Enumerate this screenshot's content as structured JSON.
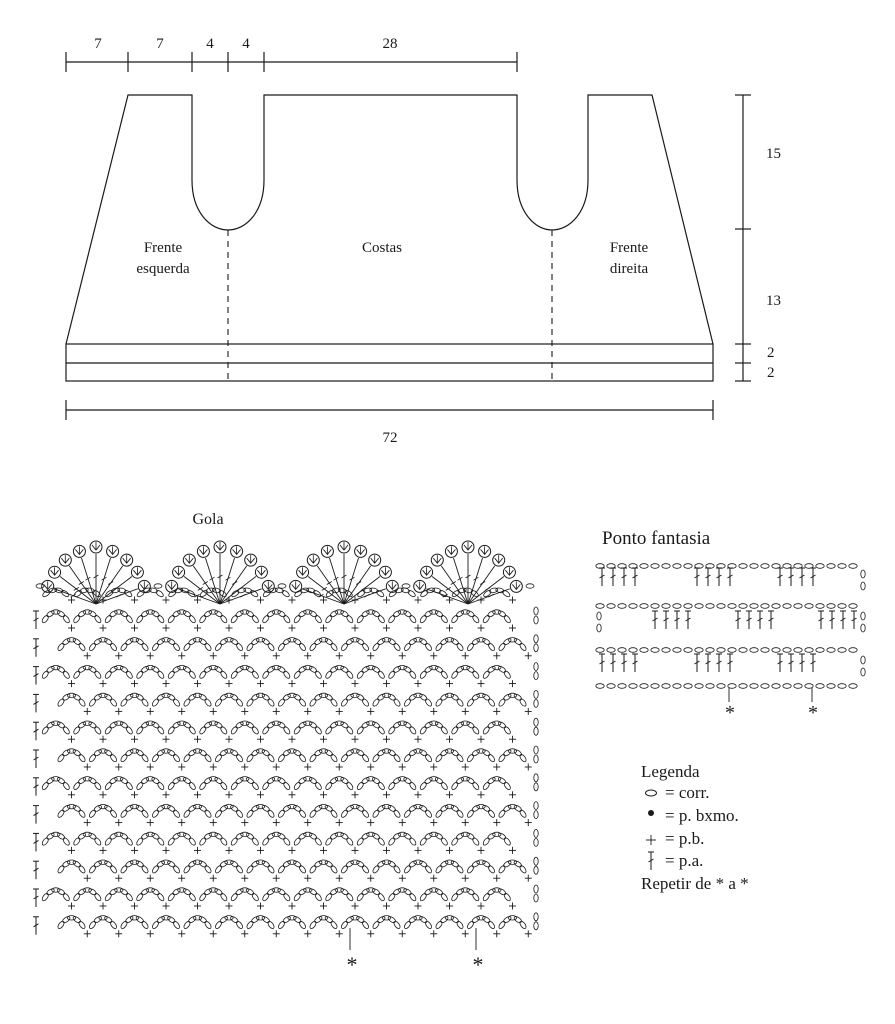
{
  "schematic": {
    "top_dims": [
      "7",
      "7",
      "4",
      "4",
      "28"
    ],
    "right_dims": [
      "15",
      "13",
      "2",
      "2"
    ],
    "bottom_dim": "72",
    "labels": {
      "left_front_1": "Frente",
      "left_front_2": "esquerda",
      "back": "Costas",
      "right_front_1": "Frente",
      "right_front_2": "direita"
    }
  },
  "gola": {
    "title": "Gola",
    "repeat_marks": [
      "*",
      "*"
    ]
  },
  "ponto_fantasia": {
    "title": "Ponto fantasia",
    "repeat_marks": [
      "*",
      "*"
    ]
  },
  "legend": {
    "title": "Legenda",
    "items": [
      {
        "symbol": "chain-oval-icon",
        "text": "= corr."
      },
      {
        "symbol": "slip-stitch-dot-icon",
        "text": "= p. bxmo."
      },
      {
        "symbol": "single-crochet-plus-icon",
        "text": "= p.b."
      },
      {
        "symbol": "double-crochet-icon",
        "text": "= p.a."
      }
    ],
    "repeat_text": "Repetir de * a *"
  }
}
